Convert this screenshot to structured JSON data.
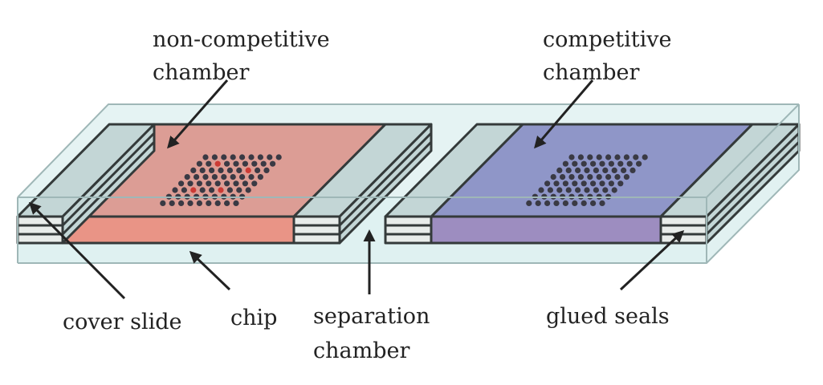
{
  "labels": {
    "noncompetitive_line1": "non-competitive",
    "noncompetitive_line2": "chamber",
    "competitive_line1": "competitive",
    "competitive_line2": "chamber",
    "cover_slide": "cover slide",
    "chip": "chip",
    "separation_line1": "separation",
    "separation_line2": "chamber",
    "glued_seals": "glued seals"
  },
  "colors": {
    "glass": "#dcefef",
    "glass_edge": "#9fb7b7",
    "seal_fill": "#c3d6d6",
    "seal_stroke": "#343a3a",
    "red_chamber_top": "#dc9d95",
    "red_chamber_front": "#e99486",
    "blue_chamber_top": "#8f96c8",
    "blue_chamber_front": "#9d8dc0",
    "spot_dark": "#3a3a44",
    "spot_red": "#cc3b35",
    "text": "#222222"
  }
}
